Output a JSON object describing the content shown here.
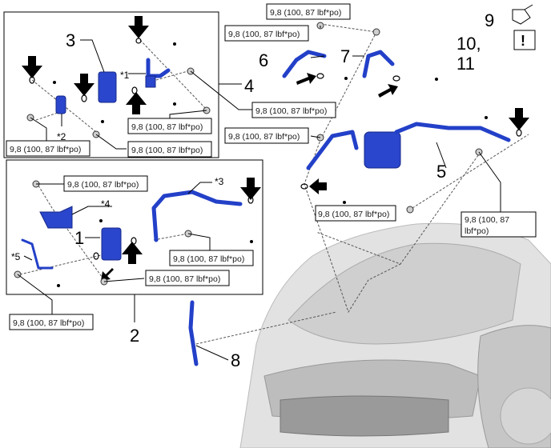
{
  "torque_label": "9,8 (100, 87 lbf*po)",
  "torque_label_split": [
    "9,8 (100, 87",
    "lbf*po)"
  ],
  "callouts": {
    "n1": "1",
    "n2": "2",
    "n3": "3",
    "n4": "4",
    "n5": "5",
    "n6": "6",
    "n7": "7",
    "n8": "8",
    "n9": "9",
    "n10": "10,",
    "n11": "11"
  },
  "notes": {
    "s1": "*1",
    "s2": "*2",
    "s3": "*3",
    "s4": "*4",
    "s5": "*5"
  },
  "legend": {
    "caution_mark": "!"
  },
  "colors": {
    "part": "#2a46cc",
    "line": "#000000",
    "car": "#d8d8d8"
  }
}
